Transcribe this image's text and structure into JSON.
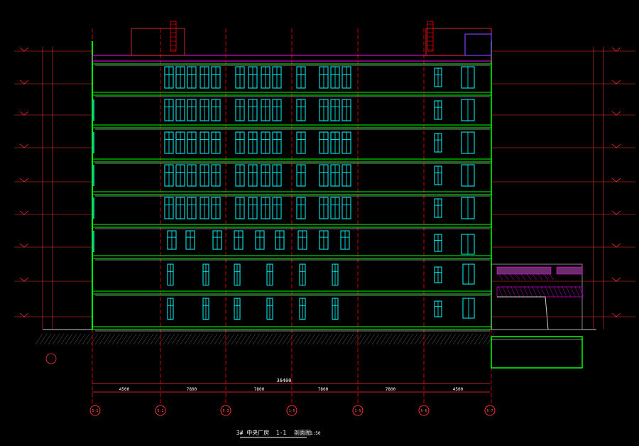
{
  "drawing": {
    "title": "3# 中央厂房",
    "section": "1-1",
    "view": "剖面图",
    "scale": "1:50"
  },
  "axes": [
    "5-1",
    "5-2",
    "5-3",
    "1-5",
    "1-5",
    "5-6",
    "5-7"
  ],
  "dimensions": {
    "spans": [
      "4500",
      "7800",
      "7800",
      "7800",
      "7800",
      "4500"
    ],
    "total": "36400"
  },
  "colors": {
    "background": "#000000",
    "grid": "#ff0000",
    "windows": "#00ffff",
    "slabs": "#00ff00",
    "dims": "#ff3333",
    "text": "#ffffff",
    "hatch": "#ff00ff"
  }
}
